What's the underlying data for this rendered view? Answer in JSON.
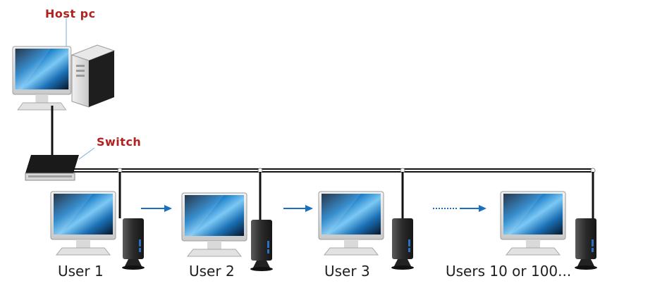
{
  "labels": {
    "host": "Host pc",
    "switch": "Switch",
    "users": [
      "User 1",
      "User 2",
      "User 3",
      "Users 10 or 100..."
    ]
  },
  "colors": {
    "label_red": "#b3211e",
    "arrow_blue": "#1a6fbf",
    "cable": "#111111",
    "screen_blue": "#1d7fc7"
  },
  "icons": {
    "host": [
      "monitor-icon",
      "tower-pc-icon"
    ],
    "switch": "network-switch-icon",
    "station": [
      "monitor-icon",
      "thin-client-icon"
    ]
  }
}
